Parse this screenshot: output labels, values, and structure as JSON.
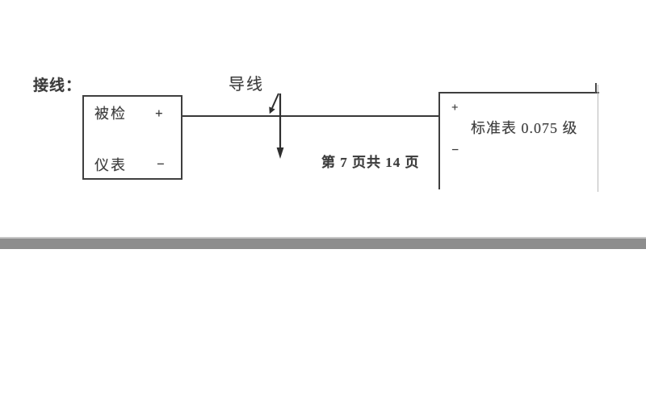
{
  "document": {
    "section_label": "接线：",
    "wire_label": "导线",
    "left_box": {
      "line1_label": "被检",
      "line1_terminal": "+",
      "line2_label": "仪表",
      "line2_terminal": "−"
    },
    "right_box": {
      "top_terminal": "+",
      "label": "标准表 0.075 级",
      "bottom_terminal": "−"
    },
    "footer": {
      "page_indicator": "第 7 页共 14 页"
    }
  },
  "colors": {
    "background": "#ffffff",
    "ink": "#3b3b3b",
    "box_border": "#3f3f3f",
    "separator_bar": "#8d8d8d",
    "separator_highlight": "#c6c6c6"
  }
}
